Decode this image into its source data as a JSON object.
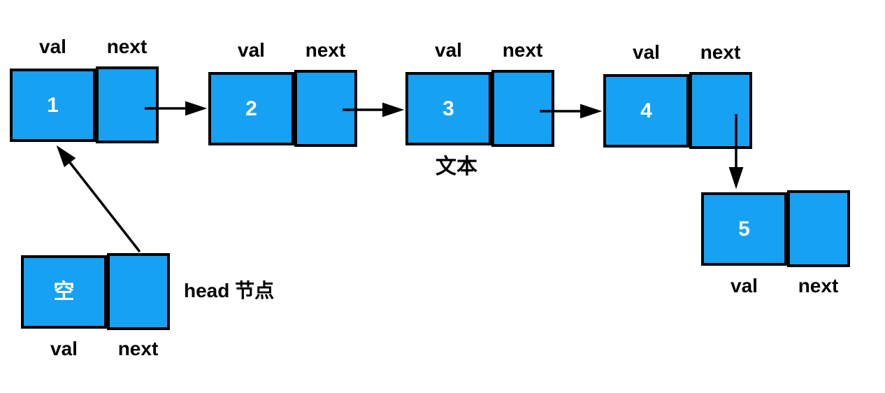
{
  "colors": {
    "node_fill": "#16A1F3",
    "node_border": "#000000",
    "label_text": "#000000",
    "value_text": "#FFFFFF",
    "arrow": "#000000",
    "background": "#FFFFFF"
  },
  "nodes": [
    {
      "name": "node-1",
      "value": "1",
      "val_label": "val",
      "next_label": "next",
      "labels_position": "top"
    },
    {
      "name": "node-2",
      "value": "2",
      "val_label": "val",
      "next_label": "next",
      "labels_position": "top"
    },
    {
      "name": "node-3",
      "value": "3",
      "val_label": "val",
      "next_label": "next",
      "labels_position": "top"
    },
    {
      "name": "node-4",
      "value": "4",
      "val_label": "val",
      "next_label": "next",
      "labels_position": "top"
    },
    {
      "name": "node-5",
      "value": "5",
      "val_label": "val",
      "next_label": "next",
      "labels_position": "bottom"
    },
    {
      "name": "head-node",
      "value": "空",
      "val_label": "val",
      "next_label": "next",
      "labels_position": "bottom"
    }
  ],
  "annotations": {
    "node3_caption": "文本",
    "head_caption": "head 节点"
  },
  "arrows": [
    {
      "name": "arrow-node1-to-node2",
      "from": "node-1.next",
      "to": "node-2"
    },
    {
      "name": "arrow-node2-to-node3",
      "from": "node-2.next",
      "to": "node-3"
    },
    {
      "name": "arrow-node3-to-node4",
      "from": "node-3.next",
      "to": "node-4"
    },
    {
      "name": "arrow-node4-to-node5",
      "from": "node-4.next",
      "to": "node-5"
    },
    {
      "name": "arrow-head-to-node1",
      "from": "head-node.next",
      "to": "node-1"
    }
  ]
}
